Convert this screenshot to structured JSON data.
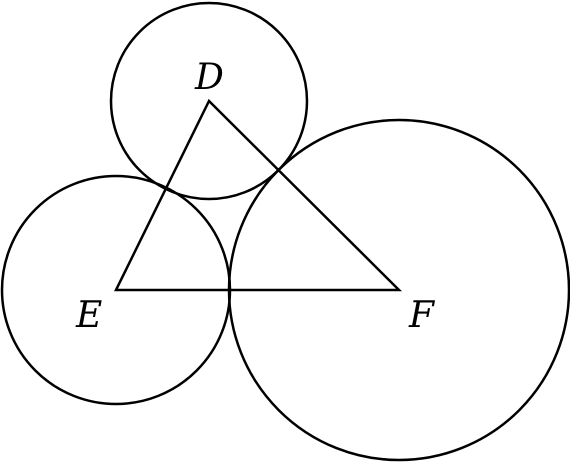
{
  "figure": {
    "points": [
      {
        "id": "D",
        "label": "D"
      },
      {
        "id": "E",
        "label": "E"
      },
      {
        "id": "F",
        "label": "F"
      }
    ],
    "triangle": [
      "D",
      "E",
      "F"
    ],
    "circles": [
      {
        "center": "D"
      },
      {
        "center": "E"
      },
      {
        "center": "F"
      }
    ],
    "stroke_color": "#000000",
    "background_color": "#ffffff"
  }
}
